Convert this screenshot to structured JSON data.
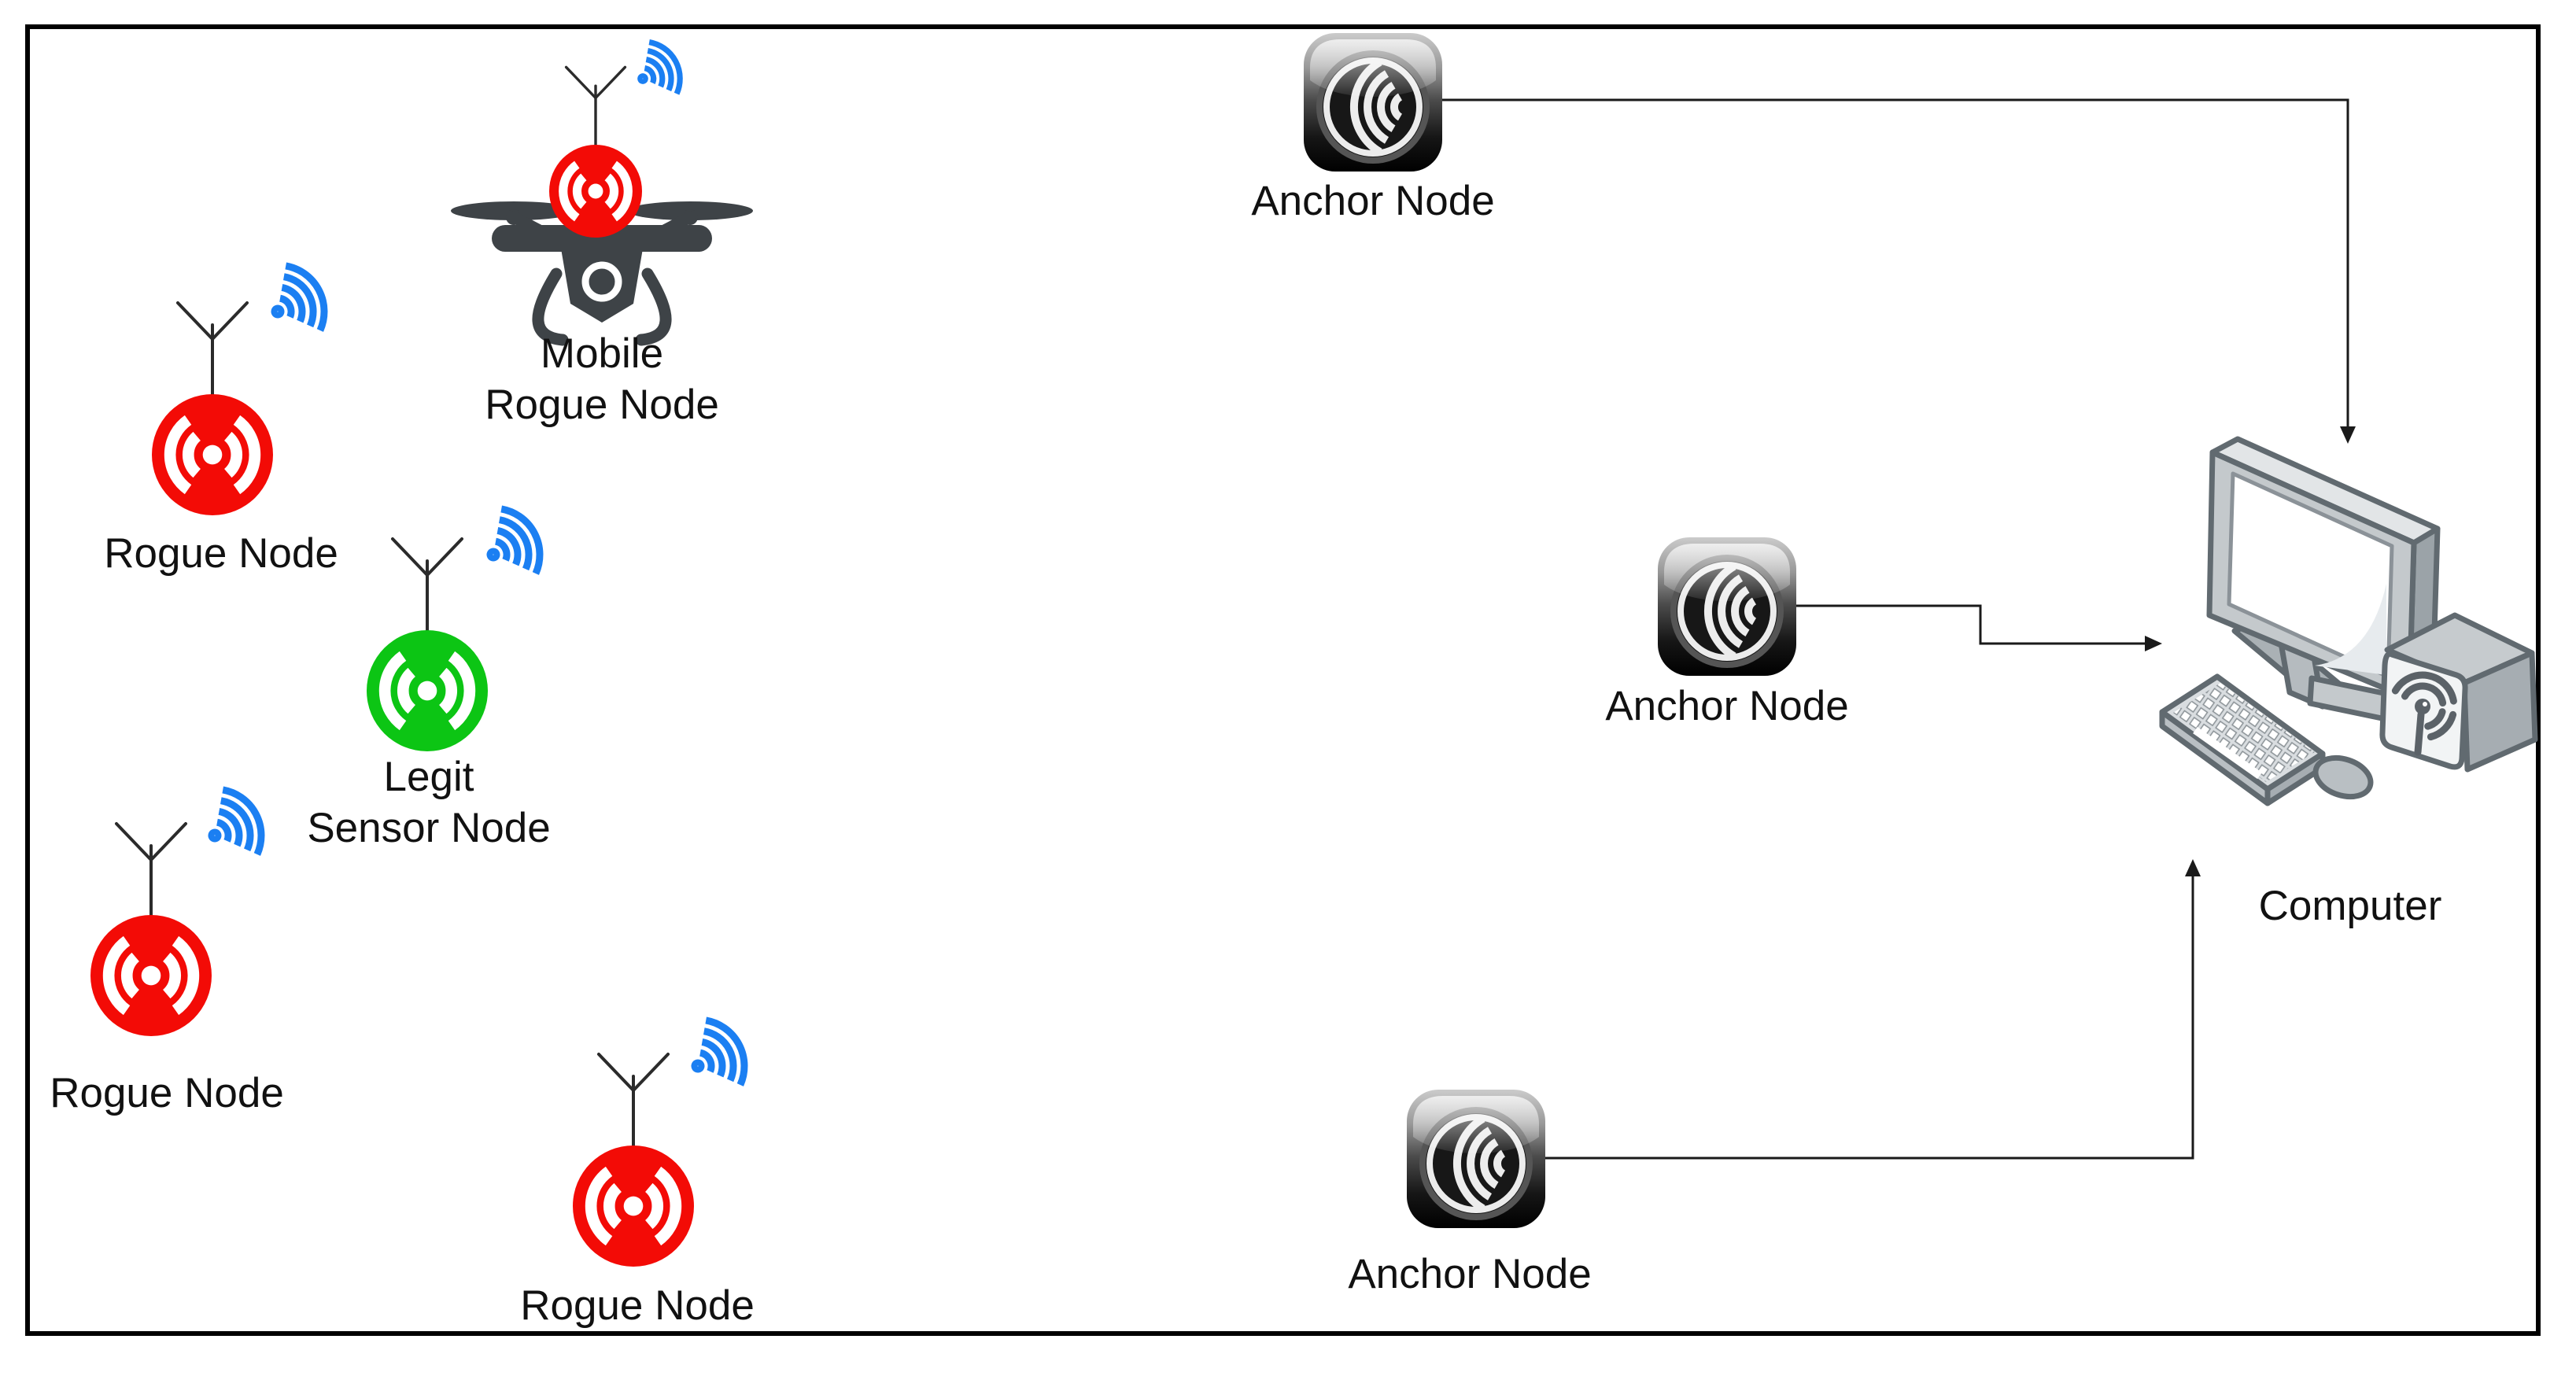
{
  "colors": {
    "rogue": "#f30b06",
    "legit": "#0cc514",
    "signal": "#1b7ff2",
    "line": "#1a1a1a"
  },
  "nodes": {
    "mobile_rogue": {
      "label_line1": "Mobile",
      "label_line2": "Rogue Node"
    },
    "rogue_top": {
      "label": "Rogue Node"
    },
    "legit_sensor": {
      "label_line1": "Legit",
      "label_line2": "Sensor Node"
    },
    "rogue_middle": {
      "label": "Rogue Node"
    },
    "rogue_bottom": {
      "label": "Rogue Node"
    },
    "anchor_top": {
      "label": "Anchor Node"
    },
    "anchor_middle": {
      "label": "Anchor Node"
    },
    "anchor_bottom": {
      "label": "Anchor Node"
    },
    "computer": {
      "label": "Computer"
    }
  }
}
